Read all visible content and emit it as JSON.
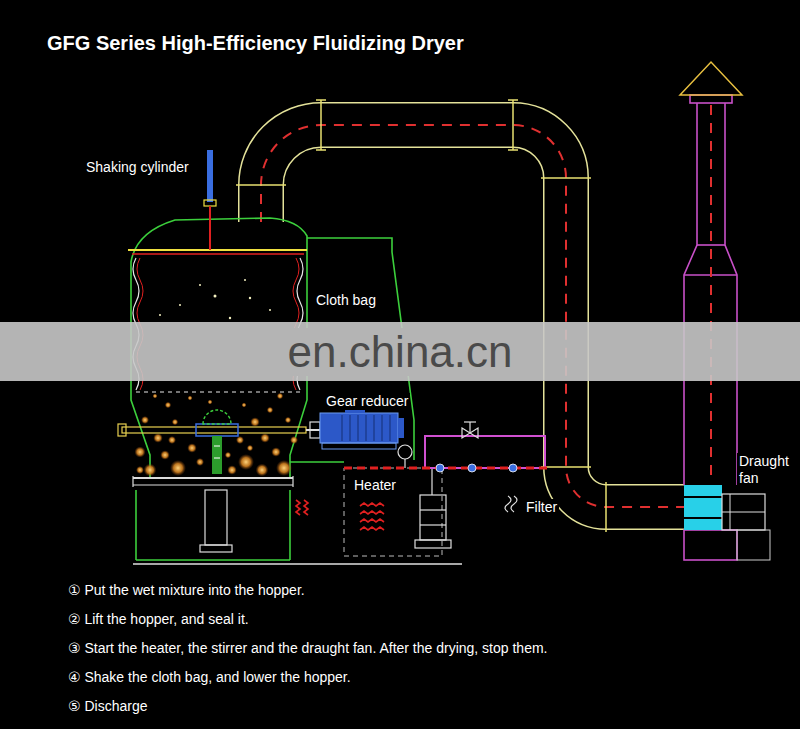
{
  "diagram": {
    "title": "GFG Series High-Efficiency Fluidizing Dryer",
    "labels": [
      "Shaking cylinder",
      "Cloth bag",
      "en.china.cn",
      "Gear reducer",
      "Heater",
      "Filter",
      "Draught fan",
      "① Put the wet mixture into the hopper.",
      "② Lift the hopper, and seal it.",
      "③ Start the heater, the stirrer and the draught fan. After the drying, stop them.",
      "④ Shake the cloth bag, and lower the hopper.",
      "⑤ Discharge"
    ]
  }
}
